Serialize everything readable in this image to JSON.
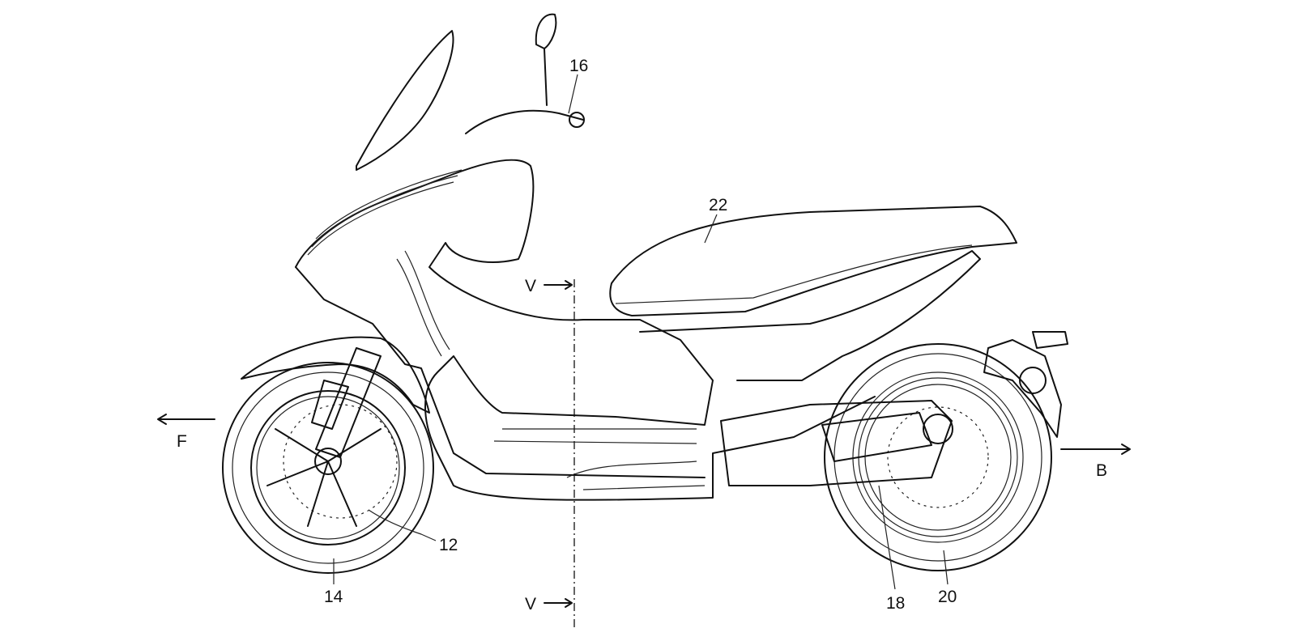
{
  "figure": {
    "reference_numerals": {
      "handlebar": "16",
      "seat": "22",
      "front_fork_wheel_part": "12",
      "front_wheel": "14",
      "swing_arm": "18",
      "rear_wheel": "20"
    },
    "section_marks": {
      "top": "V",
      "bottom": "V"
    },
    "directions": {
      "forward": "F",
      "backward": "B"
    }
  }
}
